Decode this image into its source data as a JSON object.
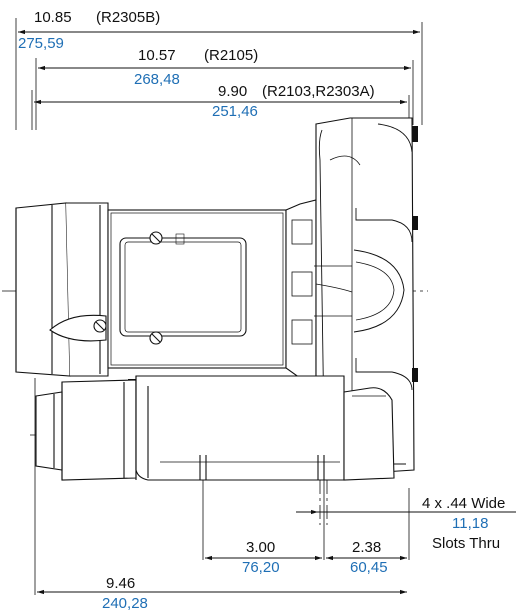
{
  "dimensions": {
    "d1": {
      "imperial": "10.85",
      "model": "(R2305B)",
      "metric": "275,59"
    },
    "d2": {
      "imperial": "10.57",
      "model": "(R2105)",
      "metric": "268,48"
    },
    "d3": {
      "imperial": "9.90",
      "model": "(R2103,R2303A)",
      "metric": "251,46"
    },
    "d4": {
      "imperial": "3.00",
      "metric": "76,20"
    },
    "d5": {
      "imperial": "2.38",
      "metric": "60,45"
    },
    "d6": {
      "imperial": "9.46",
      "metric": "240,28"
    }
  },
  "slot_note": {
    "line1": "4 x .44 Wide",
    "metric": "11,18",
    "line2": "Slots Thru"
  },
  "colors": {
    "metric_text": "#1f6fb5",
    "linework": "#111111",
    "gasket": "#111111"
  }
}
